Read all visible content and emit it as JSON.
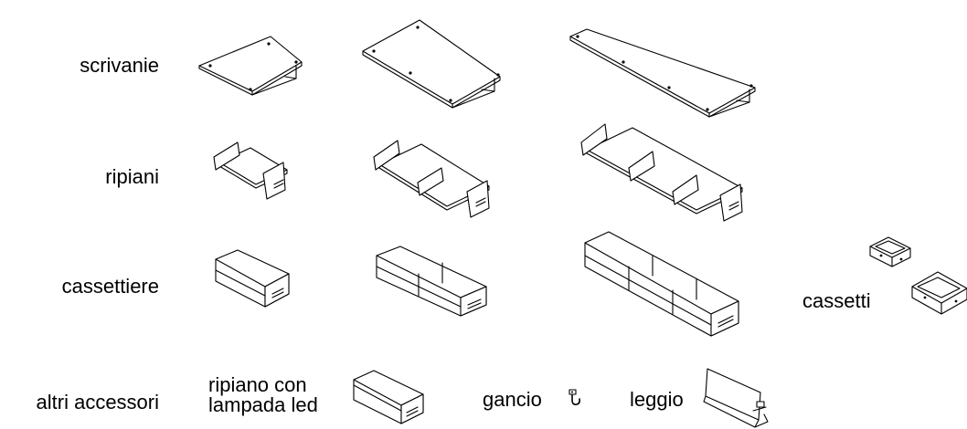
{
  "rows": {
    "desks": "scrivanie",
    "shelves": "ripiani",
    "cabinets": "cassettiere",
    "accessories": "altri accessori"
  },
  "accessories": {
    "shelf_led_line1": "ripiano con",
    "shelf_led_line2": "lampada led",
    "hook": "gancio",
    "bookstand": "leggio"
  },
  "drawers": "cassetti"
}
